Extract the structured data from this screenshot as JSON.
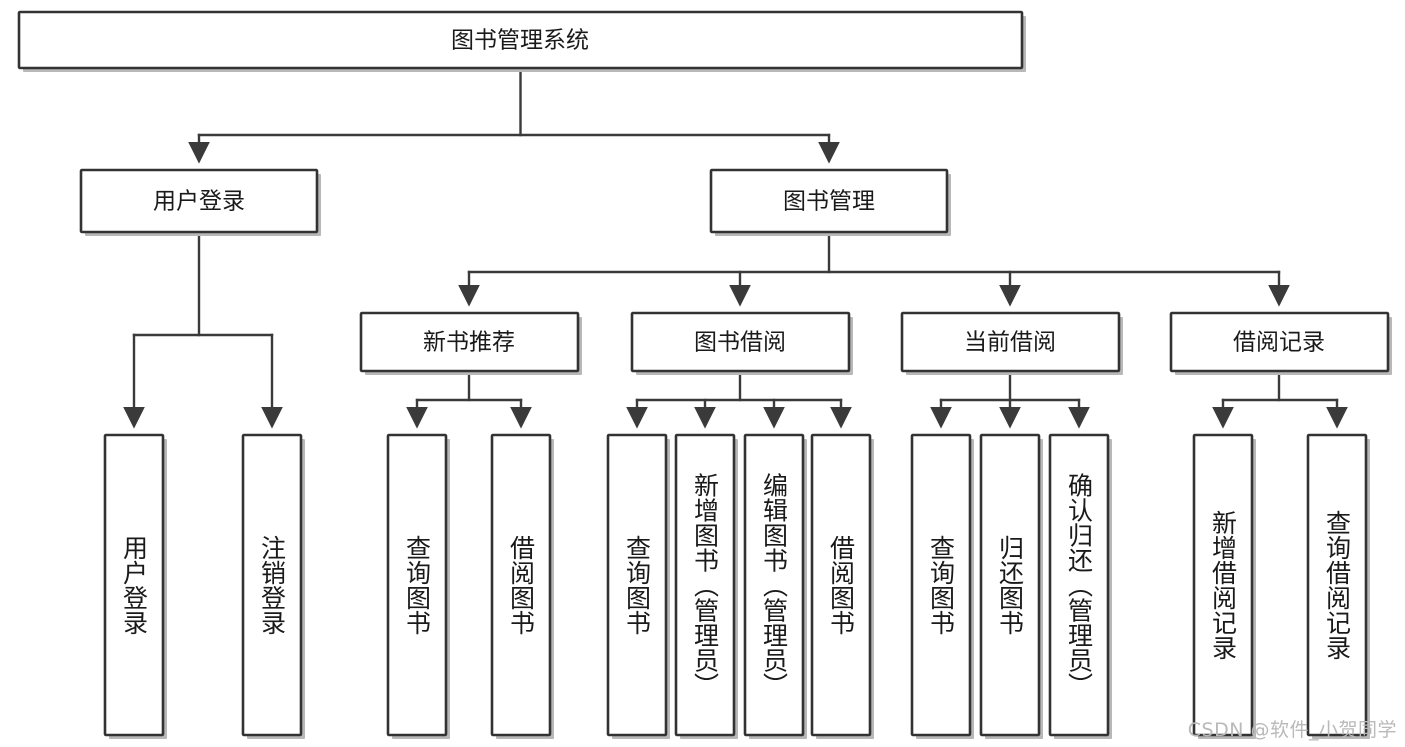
{
  "diagram": {
    "type": "tree",
    "title": "图书管理系统",
    "watermark": "CSDN @软件_小贺同学",
    "colors": {
      "box_fill": "#ffffff",
      "box_stroke": "#333333",
      "connector": "#3a3a3a",
      "text": "#1a1a1a",
      "watermark": "#b9b9b9",
      "background": "#ffffff"
    },
    "root": {
      "label": "图书管理系统",
      "orientation": "horizontal"
    },
    "level2": [
      {
        "label": "用户登录",
        "orientation": "horizontal"
      },
      {
        "label": "图书管理",
        "orientation": "horizontal"
      }
    ],
    "level3": [
      {
        "label": "新书推荐",
        "orientation": "horizontal"
      },
      {
        "label": "图书借阅",
        "orientation": "horizontal"
      },
      {
        "label": "当前借阅",
        "orientation": "horizontal"
      },
      {
        "label": "借阅记录",
        "orientation": "horizontal"
      }
    ],
    "leaves": {
      "user_login": [
        {
          "label": "用户登录",
          "orientation": "vertical"
        },
        {
          "label": "注销登录",
          "orientation": "vertical"
        }
      ],
      "new_book_recommend": [
        {
          "label": "查询图书",
          "orientation": "vertical"
        },
        {
          "label": "借阅图书",
          "orientation": "vertical"
        }
      ],
      "book_borrow": [
        {
          "label": "查询图书",
          "orientation": "vertical"
        },
        {
          "label": "新增图书（管理员）",
          "orientation": "vertical"
        },
        {
          "label": "编辑图书（管理员）",
          "orientation": "vertical"
        },
        {
          "label": "借阅图书",
          "orientation": "vertical"
        }
      ],
      "current_borrow": [
        {
          "label": "查询图书",
          "orientation": "vertical"
        },
        {
          "label": "归还图书",
          "orientation": "vertical"
        },
        {
          "label": "确认归还（管理员）",
          "orientation": "vertical"
        }
      ],
      "borrow_record": [
        {
          "label": "新增借阅记录",
          "orientation": "vertical"
        },
        {
          "label": "查询借阅记录",
          "orientation": "vertical"
        }
      ]
    },
    "edges": [
      {
        "from": "图书管理系统",
        "to": "用户登录"
      },
      {
        "from": "图书管理系统",
        "to": "图书管理"
      },
      {
        "from": "用户登录",
        "to": "用户登录"
      },
      {
        "from": "用户登录",
        "to": "注销登录"
      },
      {
        "from": "图书管理",
        "to": "新书推荐"
      },
      {
        "from": "图书管理",
        "to": "图书借阅"
      },
      {
        "from": "图书管理",
        "to": "当前借阅"
      },
      {
        "from": "图书管理",
        "to": "借阅记录"
      },
      {
        "from": "新书推荐",
        "to": "查询图书"
      },
      {
        "from": "新书推荐",
        "to": "借阅图书"
      },
      {
        "from": "图书借阅",
        "to": "查询图书"
      },
      {
        "from": "图书借阅",
        "to": "新增图书（管理员）"
      },
      {
        "from": "图书借阅",
        "to": "编辑图书（管理员）"
      },
      {
        "from": "图书借阅",
        "to": "借阅图书"
      },
      {
        "from": "当前借阅",
        "to": "查询图书"
      },
      {
        "from": "当前借阅",
        "to": "归还图书"
      },
      {
        "from": "当前借阅",
        "to": "确认归还（管理员）"
      },
      {
        "from": "借阅记录",
        "to": "新增借阅记录"
      },
      {
        "from": "借阅记录",
        "to": "查询借阅记录"
      }
    ]
  }
}
